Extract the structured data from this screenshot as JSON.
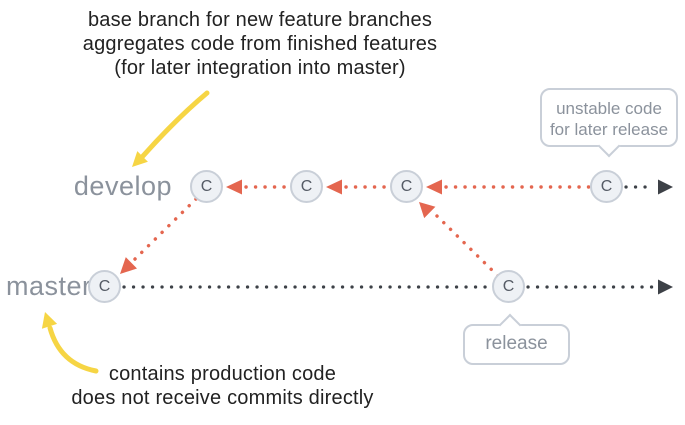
{
  "notes": {
    "develop": {
      "line1": "base branch for new feature branches",
      "line2": "aggregates code from finished features",
      "line3": "(for later integration into master)"
    },
    "master": {
      "line1": "contains production code",
      "line2": "does not receive commits directly"
    }
  },
  "branches": {
    "develop_label": "develop",
    "master_label": "master"
  },
  "commit_letter": "C",
  "callouts": {
    "unstable_line1": "unstable code",
    "unstable_line2": "for later release",
    "release_label": "release"
  },
  "colors": {
    "accent_red": "#e4664f",
    "accent_yellow": "#f6d544",
    "label_gray": "#8b929c",
    "commit_fill": "#eef1f5",
    "commit_border": "#c9cfd8",
    "line_dark": "#3d4147",
    "note_text": "#222222"
  }
}
